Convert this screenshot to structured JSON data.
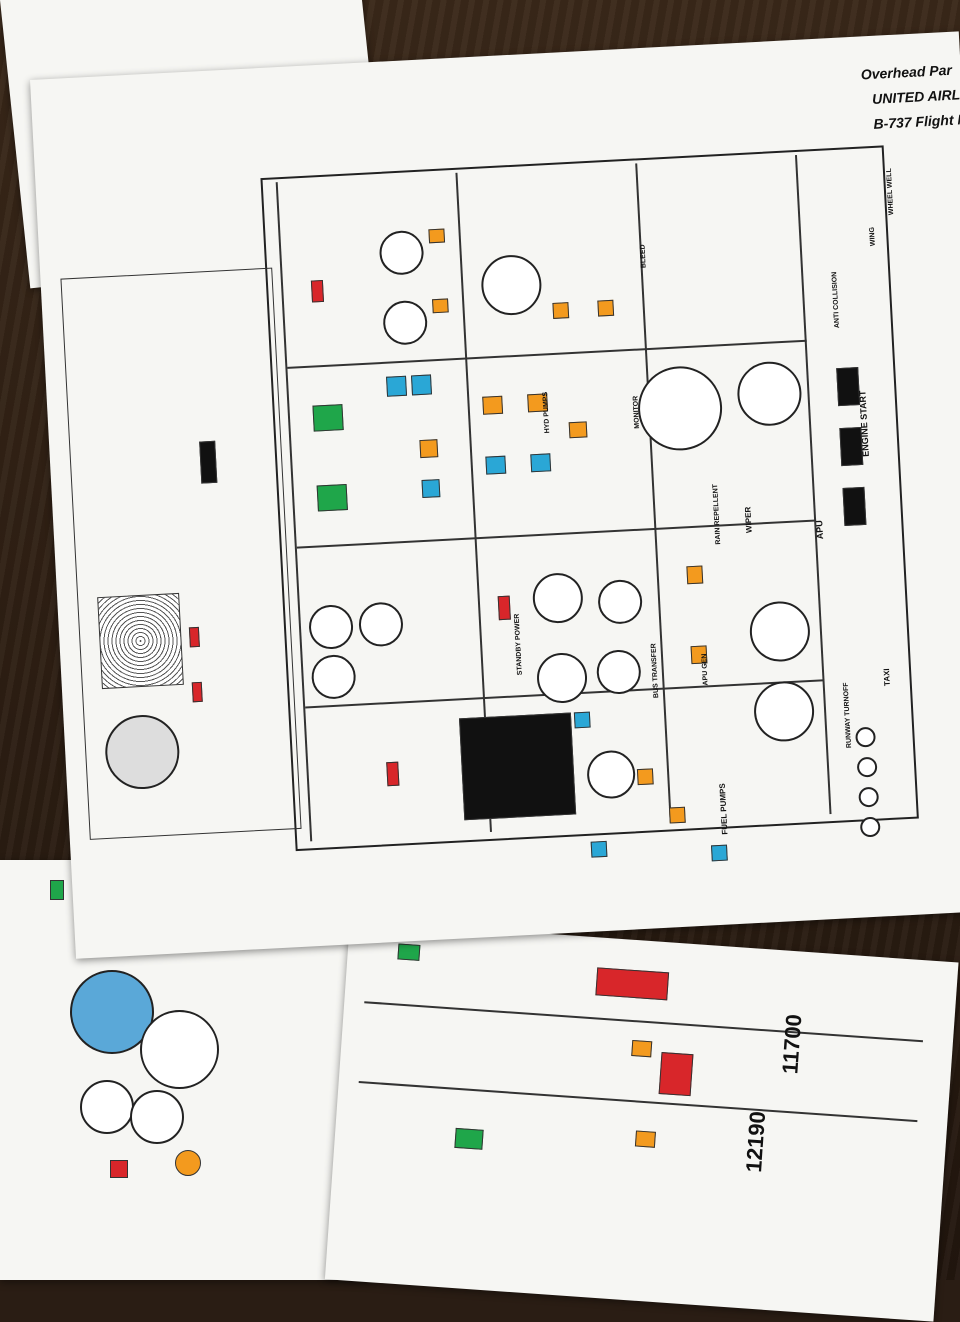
{
  "photo": {
    "description_colors": {
      "table": "#2a1d14",
      "paper": "#f6f6f3",
      "amber": "#f39a1e",
      "blue": "#2aa7d6",
      "green": "#1fa64a",
      "red": "#d8262a"
    }
  },
  "header": {
    "line1": "Overhead Par",
    "line2": "UNITED AIRL",
    "line3": "B-737 Flight M"
  },
  "panel_labels": {
    "engine_start": "ENGINE START",
    "apu": "APU",
    "fuel_pumps": "FUEL PUMPS",
    "monitor": "MONITOR",
    "wiper": "WIPER",
    "taxi": "TAXI",
    "runway_turnoff": "RUNWAY TURNOFF",
    "anti_collision": "ANTI COLLISION",
    "wing": "WING",
    "wheel_well": "WHEEL WELL",
    "hyd_pumps": "HYD PUMPS",
    "bleed": "BLEED",
    "rain_repellent": "RAIN REPELLENT",
    "apu_gen": "APU GEN",
    "bus_transfer": "BUS TRANSFER",
    "standby_power": "STANDBY POWER"
  },
  "freq_display": {
    "a": "12190",
    "b": "11700"
  }
}
